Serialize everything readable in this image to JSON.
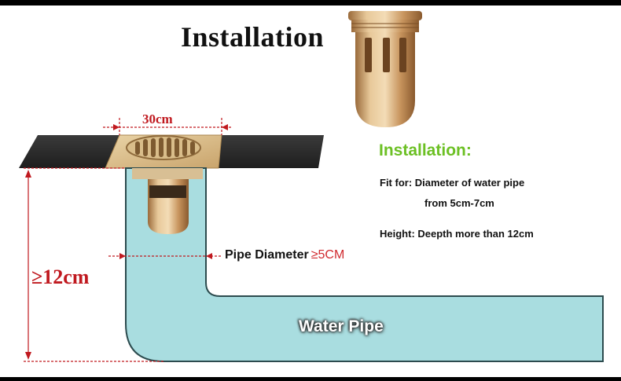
{
  "title": "Installation",
  "dimensions": {
    "width": "30cm",
    "height": "≥12cm"
  },
  "pipe": {
    "diameter_label": "Pipe Diameter",
    "diameter_requirement": "≥5CM",
    "label": "Water Pipe"
  },
  "info": {
    "heading": "Installation:",
    "fit_for": "Fit for: Diameter of water pipe",
    "fit_range": "from 5cm-7cm",
    "height": "Height: Deepth more than 12cm"
  },
  "colors": {
    "dimension_red": "#c0191f",
    "heading_green": "#6cc024",
    "pipe_cyan": "#a9dde0",
    "floor_tile": "#2b2b2b",
    "brass_gold": "#d6b07a"
  }
}
